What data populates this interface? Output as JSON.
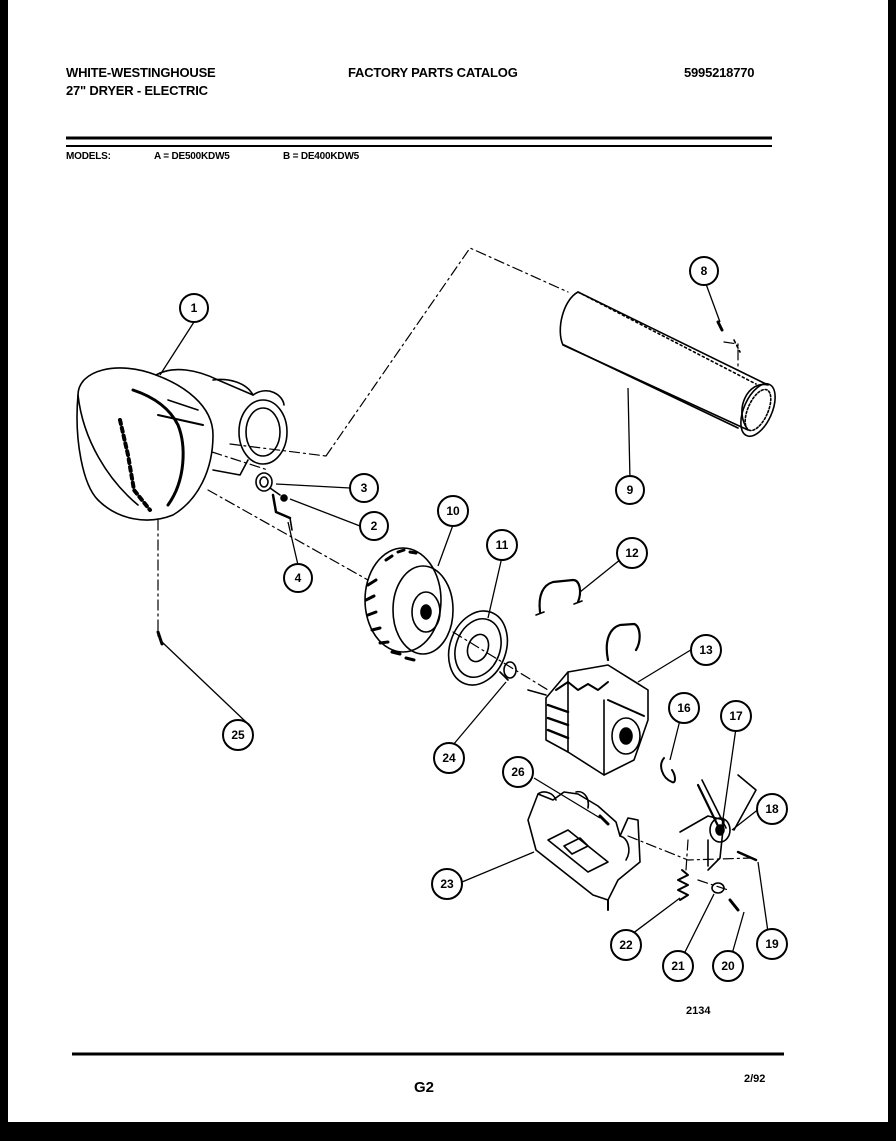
{
  "header": {
    "brand": "WHITE-WESTINGHOUSE",
    "product": "27\" DRYER - ELECTRIC",
    "catalog_title": "FACTORY PARTS CATALOG",
    "catalog_number": "5995218770"
  },
  "models": {
    "label": "MODELS:",
    "model_a": "A = DE500KDW5",
    "model_b": "B = DE400KDW5"
  },
  "callouts": [
    "1",
    "2",
    "3",
    "4",
    "8",
    "9",
    "10",
    "11",
    "12",
    "13",
    "16",
    "17",
    "18",
    "19",
    "20",
    "21",
    "22",
    "23",
    "24",
    "25",
    "26"
  ],
  "drawing_number": "2134",
  "footer": {
    "page": "G2",
    "date": "2/92"
  }
}
